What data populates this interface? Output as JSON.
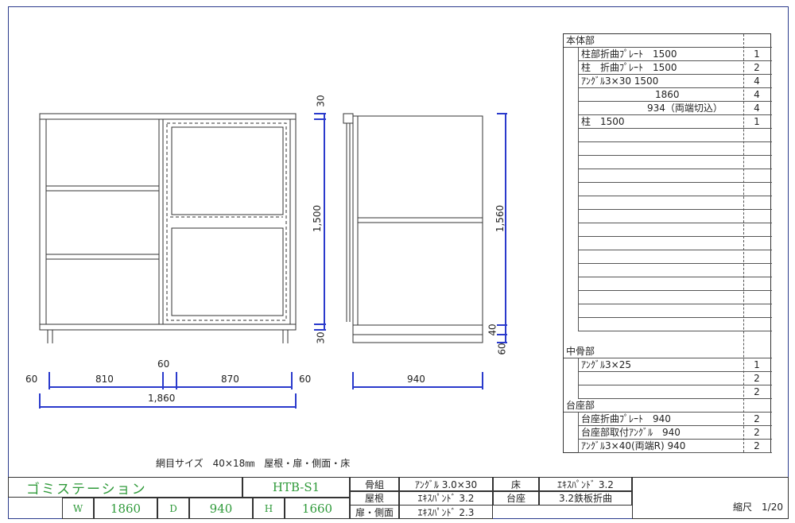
{
  "parts": {
    "sections": [
      {
        "title": "本体部",
        "rows": [
          {
            "name": "柱部折曲ﾌﾟﾚｰﾄ　1500",
            "qty": "1"
          },
          {
            "name": "柱　折曲ﾌﾟﾚｰﾄ　1500",
            "qty": "2"
          },
          {
            "name": "ｱﾝｸﾞﾙ3×30 1500",
            "qty": "4"
          },
          {
            "name": "1860",
            "qty": "4"
          },
          {
            "name": "934（両端切込）",
            "qty": "4"
          },
          {
            "name": "柱　1500",
            "qty": "1"
          }
        ]
      },
      {
        "title": "中骨部",
        "rows": [
          {
            "name": "ｱﾝｸﾞﾙ3×25",
            "qty": "1"
          },
          {
            "name": "",
            "qty": "2"
          },
          {
            "name": "",
            "qty": "2"
          }
        ]
      },
      {
        "title": "台座部",
        "rows": [
          {
            "name": "台座折曲ﾌﾟﾚｰﾄ　940",
            "qty": "2"
          },
          {
            "name": "台座部取付ｱﾝｸﾞﾙ　940",
            "qty": "2"
          },
          {
            "name": "ｱﾝｸﾞﾙ3×40(両端R) 940",
            "qty": "2"
          }
        ]
      }
    ]
  },
  "dimensions": {
    "front_top": "30",
    "front_height": "1,500",
    "front_bottom": "30",
    "side_height": "1,560",
    "side_base1": "40",
    "side_base2": "60",
    "left_margin": "60",
    "left_width": "810",
    "mid_gap": "60",
    "right_width": "870",
    "right_margin": "60",
    "total_width": "1,860",
    "side_depth": "940"
  },
  "note": "網目サイズ　40×18㎜　屋根・扉・側面・床",
  "title_block": {
    "product_name": "ゴミステーション",
    "model": "HTB-S1",
    "w_label": "W",
    "w_value": "1860",
    "d_label": "D",
    "d_value": "940",
    "h_label": "H",
    "h_value": "1660",
    "spec": [
      {
        "label": "骨組",
        "value": "ｱﾝｸﾞﾙ 3.0×30"
      },
      {
        "label": "屋根",
        "value": "ｴｷｽﾊﾟﾝﾄﾞ 3.2"
      },
      {
        "label": "扉・側面",
        "value": "ｴｷｽﾊﾟﾝﾄﾞ 2.3"
      }
    ],
    "spec2": [
      {
        "label": "床",
        "value": "ｴｷｽﾊﾟﾝﾄﾞ 3.2"
      },
      {
        "label": "台座",
        "value": "3.2鉄板折曲"
      }
    ],
    "scale": "縮尺　1/20"
  },
  "colors": {
    "frame": "#2a3a8c",
    "dimension": "#2a3acc",
    "title_green": "#2f9a3a"
  }
}
